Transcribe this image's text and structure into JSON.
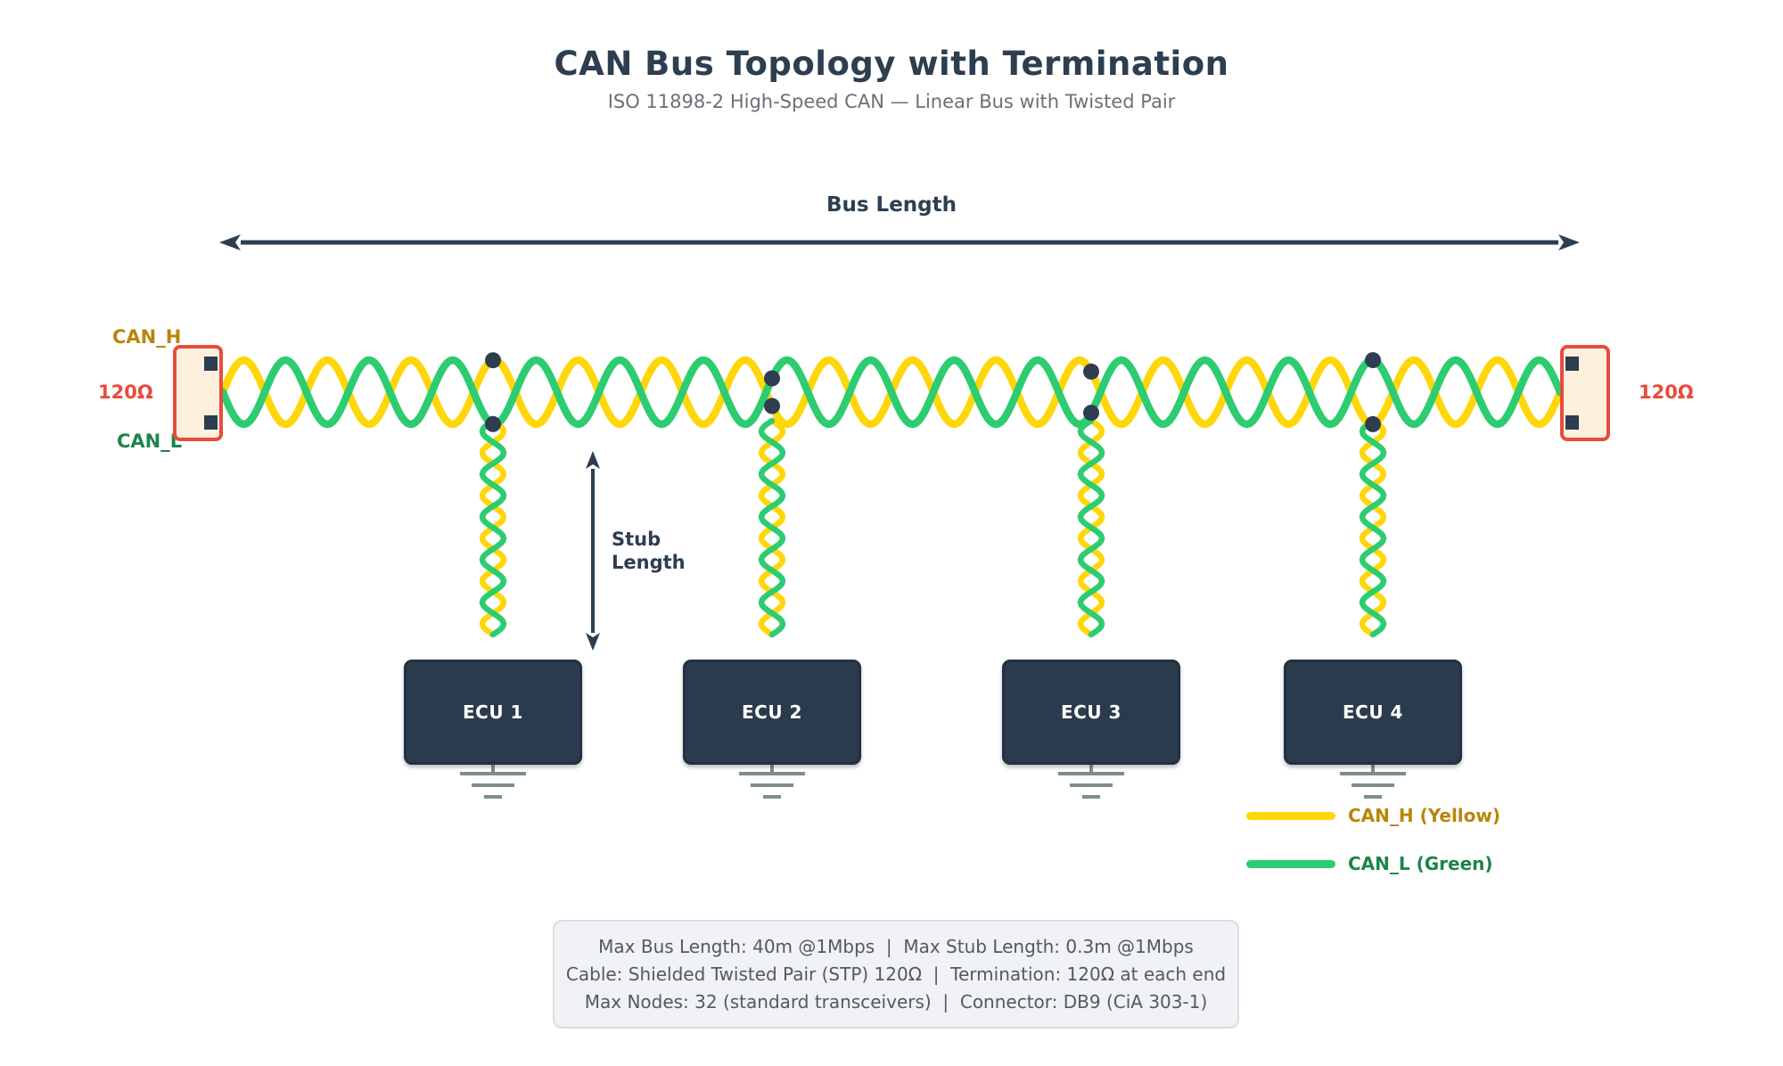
{
  "title": "CAN Bus Topology with Termination",
  "subtitle": "ISO 11898-2 High-Speed CAN — Linear Bus with Twisted Pair",
  "bus": {
    "length_label": "Bus Length"
  },
  "stub": {
    "length_label": "Stub Length"
  },
  "wires": {
    "can_h": {
      "label": "CAN_H",
      "legend_label": "CAN_H (Yellow)"
    },
    "can_l": {
      "label": "CAN_L",
      "legend_label": "CAN_L (Green)"
    }
  },
  "terminators": {
    "left": "120Ω",
    "right": "120Ω"
  },
  "nodes": [
    {
      "label": "ECU 1"
    },
    {
      "label": "ECU 2"
    },
    {
      "label": "ECU 3"
    },
    {
      "label": "ECU 4"
    }
  ],
  "spec_note": {
    "lines": [
      "Max Bus Length: 40m @1Mbps  |  Max Stub Length: 0.3m @1Mbps",
      "Cable: Shielded Twisted Pair (STP) 120Ω  |  Termination: 120Ω at each end",
      "Max Nodes: 32 (standard transceivers)  |  Connector: DB9 (CiA 303-1)"
    ]
  },
  "colors": {
    "can_h_yellow": "#FFD60A",
    "can_l_green": "#2ECC71",
    "navy": "#2C3E50",
    "terminator_red": "#E74C3C",
    "terminator_fill": "#FCF0DD",
    "can_h_text": "#B8860B",
    "can_l_text": "#1E8449",
    "ground_gray": "#7F8C8D"
  }
}
